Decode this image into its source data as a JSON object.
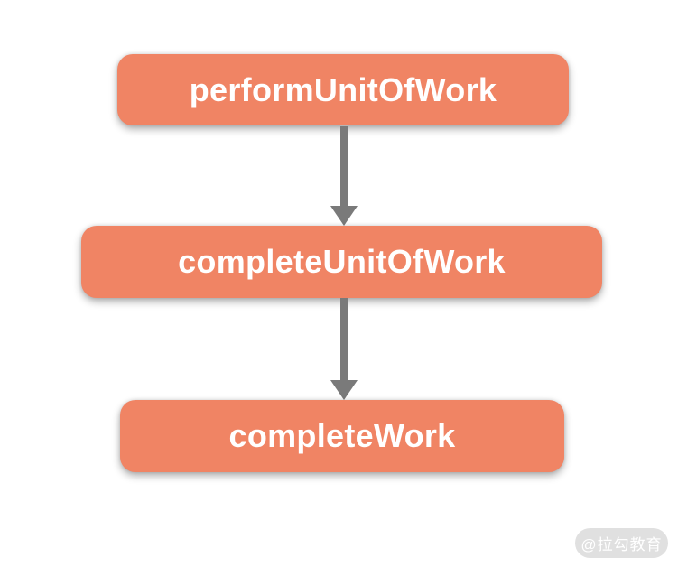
{
  "diagram": {
    "type": "flowchart",
    "direction": "top-to-bottom",
    "nodes": [
      {
        "id": "n1",
        "label": "performUnitOfWork"
      },
      {
        "id": "n2",
        "label": "completeUnitOfWork"
      },
      {
        "id": "n3",
        "label": "completeWork"
      }
    ],
    "edges": [
      {
        "from": "performUnitOfWork",
        "to": "completeUnitOfWork",
        "style": "arrow-down"
      },
      {
        "from": "completeUnitOfWork",
        "to": "completeWork",
        "style": "arrow-down"
      }
    ],
    "colors": {
      "node_fill": "#F08464",
      "node_text": "#FFFFFF",
      "arrow": "#7A7A7A",
      "watermark_bg": "#E0E0E0",
      "watermark_text": "#FFFFFF",
      "background": "#FFFFFF"
    }
  },
  "watermark": {
    "label": "@拉勾教育"
  }
}
